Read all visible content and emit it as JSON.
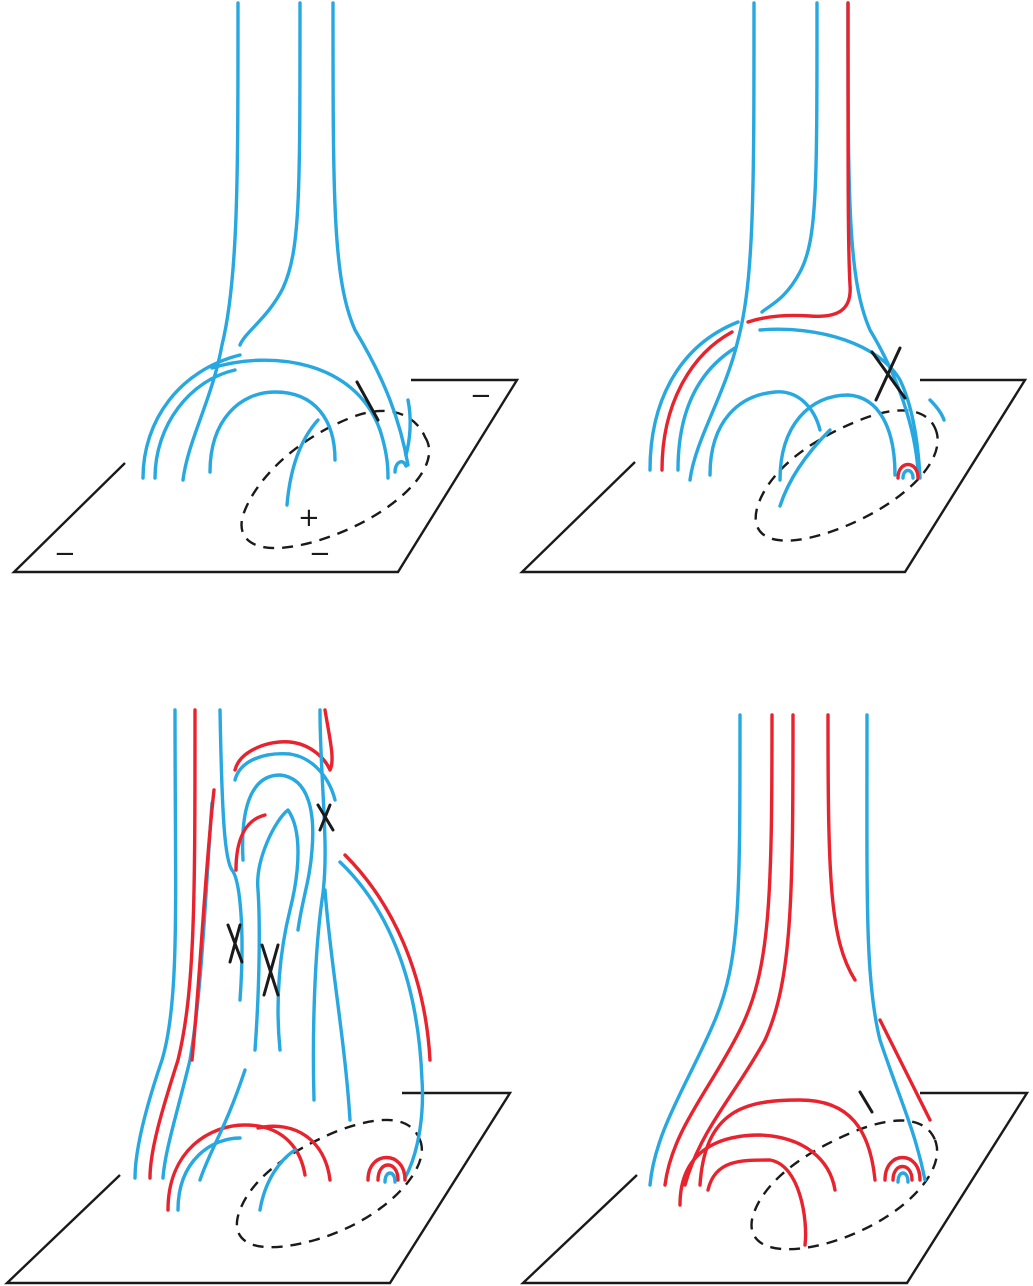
{
  "colors": {
    "open_field": "#27a8e0",
    "reconnected_field": "#e8232e",
    "outline": "#1a1a1a"
  },
  "panels": [
    {
      "id": "top-left",
      "polarity_labels": [
        "−",
        "−",
        "−",
        "+"
      ],
      "reconnection_marks": 0
    },
    {
      "id": "top-right",
      "polarity_labels": [],
      "reconnection_marks": 1
    },
    {
      "id": "bottom-left",
      "polarity_labels": [],
      "reconnection_marks": 3
    },
    {
      "id": "bottom-right",
      "polarity_labels": [],
      "reconnection_marks": 0
    }
  ]
}
